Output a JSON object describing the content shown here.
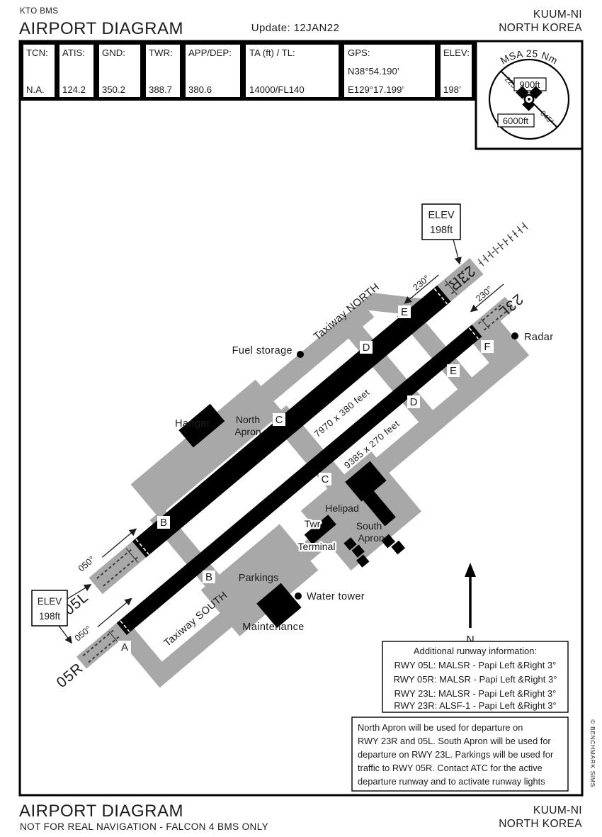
{
  "colors": {
    "pavement": "#a8a8a8",
    "ink": "#000000"
  },
  "header": {
    "product": "KTO BMS",
    "title": "AIRPORT DIAGRAM",
    "update": "Update: 12JAN22",
    "airport": "KUUM-NI",
    "country": "NORTH KOREA"
  },
  "info_strip": {
    "cells": [
      {
        "label": "TCN:",
        "value": "N.A."
      },
      {
        "label": "ATIS:",
        "value": "124.2"
      },
      {
        "label": "GND:",
        "value": "350.2"
      },
      {
        "label": "TWR:",
        "value": "388.7"
      },
      {
        "label": "APP/DEP:",
        "value": "380.6"
      },
      {
        "label": "TA (ft) / TL:",
        "value": "14000/FL140"
      },
      {
        "label": "GPS:",
        "value": "N38°54.190’",
        "value2": "E129°17.199’"
      },
      {
        "label": "ELEV:",
        "value": "198’"
      }
    ]
  },
  "msa": {
    "title": "MSA 25 Nm",
    "radial_nw": "225°",
    "radial_se": "045°",
    "alt_high": "900ft",
    "alt_low": "6000ft"
  },
  "diagram": {
    "elev_ne": {
      "line1": "ELEV",
      "line2": "198ft"
    },
    "elev_sw": {
      "line1": "ELEV",
      "line2": "198ft"
    },
    "runway_north": {
      "id_sw": "05L",
      "id_ne": "23R",
      "dim": "7970 x 380 feet",
      "hdg_sw": "050°",
      "hdg_ne": "230°"
    },
    "runway_south": {
      "id_sw": "05R",
      "id_ne": "23L",
      "dim": "9385 x 270 feet",
      "hdg_sw": "050°",
      "hdg_ne": "230°"
    },
    "taxiway_north": "Taxiway NORTH",
    "taxiway_south": "Taxiway SOUTH",
    "letters": [
      {
        "label": "A"
      },
      {
        "label": "B"
      },
      {
        "label": "B"
      },
      {
        "label": "C"
      },
      {
        "label": "C"
      },
      {
        "label": "D"
      },
      {
        "label": "D"
      },
      {
        "label": "E"
      },
      {
        "label": "E"
      },
      {
        "label": "F"
      }
    ],
    "labels": {
      "fuel": "Fuel storage",
      "radar": "Radar",
      "hangar": "Hangar",
      "north_apron1": "North",
      "north_apron2": "Apron",
      "helipad": "Helipad",
      "twr": "Twr",
      "terminal": "Terminal",
      "south_apron1": "South",
      "south_apron2": "Apron",
      "parkings": "Parkings",
      "water": "Water tower",
      "maintenance": "Maintenance"
    },
    "compass": "N"
  },
  "runway_info_box": {
    "title": "Additional runway information:",
    "lines": [
      "RWY 05L: MALSR - Papi Left &Right 3°",
      "RWY 05R: MALSR - Papi Left &Right 3°",
      "RWY 23L: MALSR - Papi Left &Right 3°",
      "RWY 23R: ALSF-1 - Papi Left &Right 3°"
    ]
  },
  "note_box": {
    "lines": [
      "North Apron will be used for departure on",
      "RWY 23R and 05L. South Apron will be used for",
      "departure on RWY 23L. Parkings will be used for",
      "traffic to RWY 05R. Contact ATC for the active",
      "departure runway and to activate runway lights"
    ]
  },
  "footer": {
    "title": "AIRPORT DIAGRAM",
    "subtitle": "NOT FOR REAL NAVIGATION - FALCON 4 BMS ONLY",
    "airport": "KUUM-NI",
    "country": "NORTH KOREA"
  },
  "copyright": "© BENCHMARK SIMS"
}
